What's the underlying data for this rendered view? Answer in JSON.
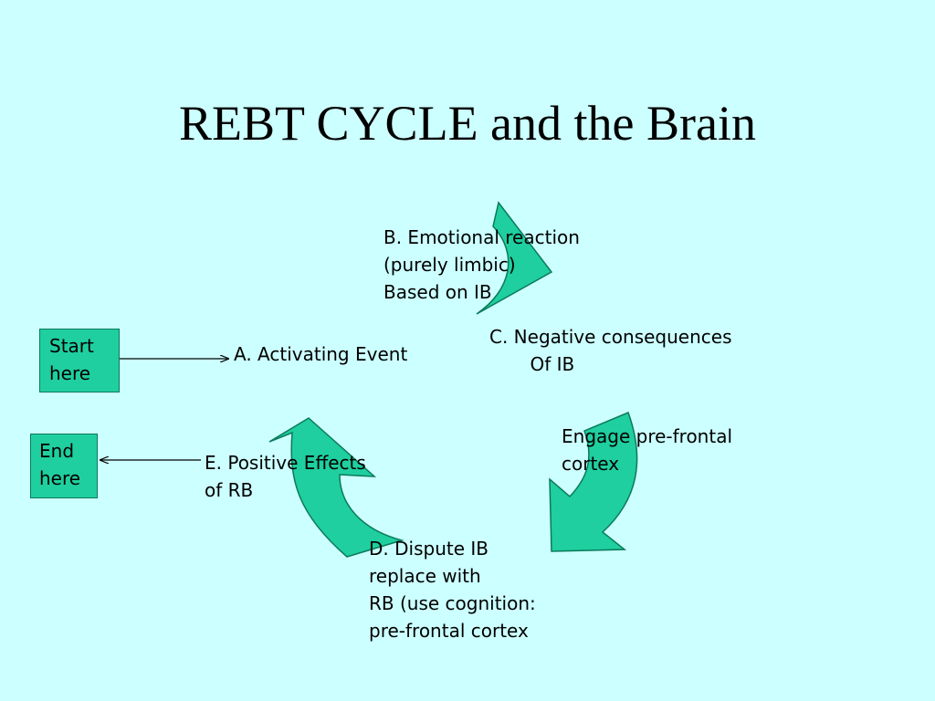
{
  "slide": {
    "title": "REBT CYCLE and the Brain"
  },
  "boxes": {
    "start": "Start\nhere",
    "end": "End\nhere"
  },
  "labels": {
    "a": "A. Activating Event",
    "b": "B. Emotional reaction\n(purely limbic)\nBased on IB",
    "c": "C. Negative consequences\n       Of IB",
    "engage": "Engage pre-frontal\ncortex",
    "d": "D. Dispute IB\nreplace with\nRB (use cognition:\npre-frontal cortex",
    "e": "E. Positive Effects\nof RB"
  },
  "colors": {
    "background": "#ccffff",
    "shape_fill": "#1fcf9f",
    "shape_stroke": "#0a7a5a",
    "text": "#000000"
  }
}
